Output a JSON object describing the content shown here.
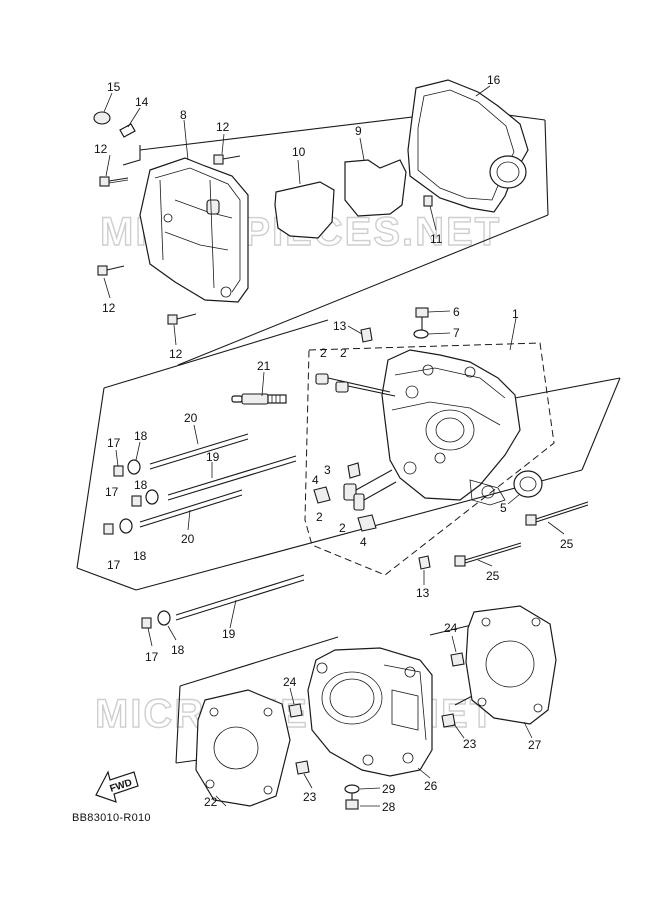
{
  "diagram": {
    "reference_code": "BB83010-R010",
    "fwd_label": "FWD",
    "watermark": "MICROPIECES.NET",
    "callouts": [
      {
        "id": "c1",
        "text": "15"
      },
      {
        "id": "c2",
        "text": "14"
      },
      {
        "id": "c3",
        "text": "8"
      },
      {
        "id": "c4",
        "text": "12"
      },
      {
        "id": "c5",
        "text": "12"
      },
      {
        "id": "c6",
        "text": "12"
      },
      {
        "id": "c7",
        "text": "12"
      },
      {
        "id": "c8",
        "text": "10"
      },
      {
        "id": "c9",
        "text": "9"
      },
      {
        "id": "c10",
        "text": "16"
      },
      {
        "id": "c11",
        "text": "11"
      },
      {
        "id": "c12",
        "text": "6"
      },
      {
        "id": "c13",
        "text": "7"
      },
      {
        "id": "c14",
        "text": "1"
      },
      {
        "id": "c15",
        "text": "13"
      },
      {
        "id": "c16",
        "text": "2"
      },
      {
        "id": "c17",
        "text": "2"
      },
      {
        "id": "c18",
        "text": "21"
      },
      {
        "id": "c19",
        "text": "20"
      },
      {
        "id": "c20",
        "text": "17"
      },
      {
        "id": "c21",
        "text": "18"
      },
      {
        "id": "c22",
        "text": "19"
      },
      {
        "id": "c23",
        "text": "17"
      },
      {
        "id": "c24",
        "text": "18"
      },
      {
        "id": "c25",
        "text": "20"
      },
      {
        "id": "c26",
        "text": "17"
      },
      {
        "id": "c27",
        "text": "18"
      },
      {
        "id": "c28",
        "text": "3"
      },
      {
        "id": "c29",
        "text": "4"
      },
      {
        "id": "c30",
        "text": "2"
      },
      {
        "id": "c31",
        "text": "2"
      },
      {
        "id": "c32",
        "text": "4"
      },
      {
        "id": "c33",
        "text": "5"
      },
      {
        "id": "c34",
        "text": "25"
      },
      {
        "id": "c35",
        "text": "25"
      },
      {
        "id": "c36",
        "text": "13"
      },
      {
        "id": "c37",
        "text": "19"
      },
      {
        "id": "c38",
        "text": "17"
      },
      {
        "id": "c39",
        "text": "18"
      },
      {
        "id": "c40",
        "text": "24"
      },
      {
        "id": "c41",
        "text": "24"
      },
      {
        "id": "c42",
        "text": "23"
      },
      {
        "id": "c43",
        "text": "27"
      },
      {
        "id": "c44",
        "text": "29"
      },
      {
        "id": "c45",
        "text": "26"
      },
      {
        "id": "c46",
        "text": "23"
      },
      {
        "id": "c47",
        "text": "28"
      },
      {
        "id": "c48",
        "text": "22"
      }
    ]
  }
}
